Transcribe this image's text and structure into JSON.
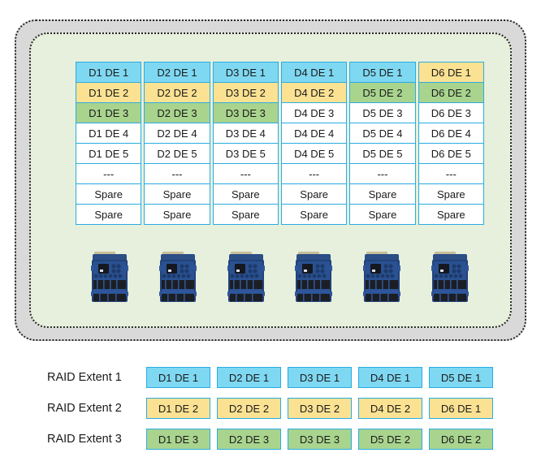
{
  "enclosure": {
    "outer_name": "storage-enclosure-outer",
    "inner_name": "storage-enclosure-inner"
  },
  "disk_grid": {
    "columns": [
      {
        "disk": "D1",
        "cells": [
          {
            "label": "D1 DE 1",
            "color": "blue"
          },
          {
            "label": "D1 DE 2",
            "color": "yellow"
          },
          {
            "label": "D1 DE 3",
            "color": "green"
          },
          {
            "label": "D1 DE 4",
            "color": "white"
          },
          {
            "label": "D1 DE 5",
            "color": "white"
          },
          {
            "label": "---",
            "color": "white"
          },
          {
            "label": "Spare",
            "color": "white"
          },
          {
            "label": "Spare",
            "color": "white"
          }
        ]
      },
      {
        "disk": "D2",
        "cells": [
          {
            "label": "D2 DE 1",
            "color": "blue"
          },
          {
            "label": "D2 DE 2",
            "color": "yellow"
          },
          {
            "label": "D2 DE 3",
            "color": "green"
          },
          {
            "label": "D2 DE 4",
            "color": "white"
          },
          {
            "label": "D2 DE 5",
            "color": "white"
          },
          {
            "label": "---",
            "color": "white"
          },
          {
            "label": "Spare",
            "color": "white"
          },
          {
            "label": "Spare",
            "color": "white"
          }
        ]
      },
      {
        "disk": "D3",
        "cells": [
          {
            "label": "D3 DE 1",
            "color": "blue"
          },
          {
            "label": "D3 DE 2",
            "color": "yellow"
          },
          {
            "label": "D3 DE 3",
            "color": "green"
          },
          {
            "label": "D3 DE 4",
            "color": "white"
          },
          {
            "label": "D3 DE 5",
            "color": "white"
          },
          {
            "label": "---",
            "color": "white"
          },
          {
            "label": "Spare",
            "color": "white"
          },
          {
            "label": "Spare",
            "color": "white"
          }
        ]
      },
      {
        "disk": "D4",
        "cells": [
          {
            "label": "D4 DE 1",
            "color": "blue"
          },
          {
            "label": "D4 DE 2",
            "color": "yellow"
          },
          {
            "label": "D4 DE 3",
            "color": "white"
          },
          {
            "label": "D4 DE 4",
            "color": "white"
          },
          {
            "label": "D4 DE 5",
            "color": "white"
          },
          {
            "label": "---",
            "color": "white"
          },
          {
            "label": "Spare",
            "color": "white"
          },
          {
            "label": "Spare",
            "color": "white"
          }
        ]
      },
      {
        "disk": "D5",
        "cells": [
          {
            "label": "D5 DE 1",
            "color": "blue"
          },
          {
            "label": "D5 DE 2",
            "color": "green"
          },
          {
            "label": "D5 DE 3",
            "color": "white"
          },
          {
            "label": "D5 DE 4",
            "color": "white"
          },
          {
            "label": "D5 DE 5",
            "color": "white"
          },
          {
            "label": "---",
            "color": "white"
          },
          {
            "label": "Spare",
            "color": "white"
          },
          {
            "label": "Spare",
            "color": "white"
          }
        ]
      },
      {
        "disk": "D6",
        "cells": [
          {
            "label": "D6 DE 1",
            "color": "yellow"
          },
          {
            "label": "D6 DE 2",
            "color": "green"
          },
          {
            "label": "D6 DE 3",
            "color": "white"
          },
          {
            "label": "D6 DE 4",
            "color": "white"
          },
          {
            "label": "D6 DE 5",
            "color": "white"
          },
          {
            "label": "---",
            "color": "white"
          },
          {
            "label": "Spare",
            "color": "white"
          },
          {
            "label": "Spare",
            "color": "white"
          }
        ]
      }
    ]
  },
  "drives": [
    {
      "name": "drive-icon-d1"
    },
    {
      "name": "drive-icon-d2"
    },
    {
      "name": "drive-icon-d3"
    },
    {
      "name": "drive-icon-d4"
    },
    {
      "name": "drive-icon-d5"
    },
    {
      "name": "drive-icon-d6"
    }
  ],
  "legend": {
    "rows": [
      {
        "label": "RAID Extent 1",
        "color": "blue",
        "cells": [
          "D1 DE 1",
          "D2 DE 1",
          "D3 DE 1",
          "D4 DE 1",
          "D5 DE 1"
        ]
      },
      {
        "label": "RAID Extent 2",
        "color": "yellow",
        "cells": [
          "D1 DE 2",
          "D2 DE 2",
          "D3 DE 2",
          "D4 DE 2",
          "D6 DE 1"
        ]
      },
      {
        "label": "RAID Extent 3",
        "color": "green",
        "cells": [
          "D1 DE 3",
          "D2 DE 3",
          "D3 DE 3",
          "D5 DE 2",
          "D6 DE 2"
        ]
      }
    ]
  },
  "colors": {
    "blue": "#7fd8f2",
    "yellow": "#fbe293",
    "green": "#a9d48e",
    "cell_border": "#29ace3",
    "enclosure_outer_bg": "#d9d9d9",
    "enclosure_inner_bg": "#e7f0dc",
    "enclosure_border": "#262626"
  }
}
